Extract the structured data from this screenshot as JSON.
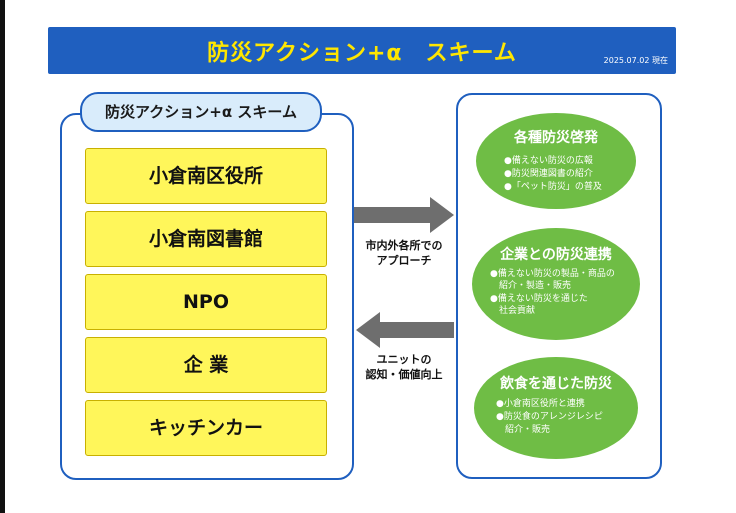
{
  "header": {
    "title": "防災アクション+α　スキーム",
    "date": "2025.07.02 現在"
  },
  "left_panel": {
    "tag": "防災アクション+α スキーム",
    "orgs": [
      "小倉南区役所",
      "小倉南図書館",
      "NPO",
      "企 業",
      "キッチンカー"
    ]
  },
  "arrows": {
    "right_label_line1": "市内外各所での",
    "right_label_line2": "アプローチ",
    "left_label_line1": "ユニットの",
    "left_label_line2": "認知・価値向上"
  },
  "right_panel": {
    "groups": [
      {
        "title": "各種防災啓発",
        "items": [
          "●備えない防災の広報",
          "●防災関連図書の紹介",
          "●「ペット防災」の普及"
        ]
      },
      {
        "title": "企業との防災連携",
        "items": [
          "●備えない防災の製品・商品の",
          "　紹介・製造・販売",
          "●備えない防災を通じた",
          "　社会貢献"
        ]
      },
      {
        "title": "飲食を通じた防災",
        "items": [
          "●小倉南区役所と連携",
          "●防災食のアレンジレシピ",
          "　紹介・販売"
        ]
      }
    ]
  },
  "colors": {
    "header_bg": "#1f5fbf",
    "header_text": "#ffe600",
    "org_box": "#fff65a",
    "oval": "#6fbd45",
    "arrow": "#6e6e6e"
  }
}
